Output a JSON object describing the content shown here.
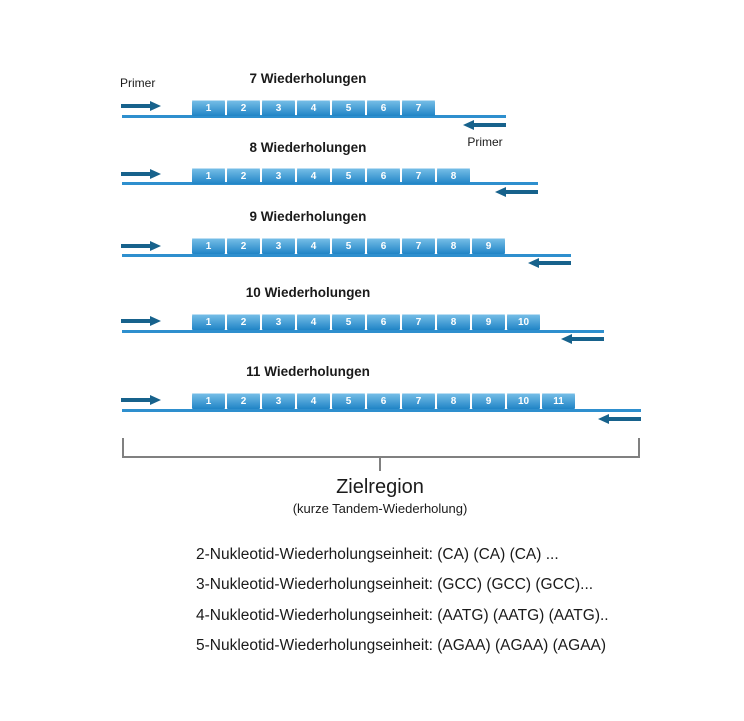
{
  "diagram": {
    "primer_left_label": "Primer",
    "primer_right_label": "Primer",
    "rows": [
      {
        "title": "7 Wiederholungen",
        "repeats": 7
      },
      {
        "title": "8 Wiederholungen",
        "repeats": 8
      },
      {
        "title": "9 Wiederholungen",
        "repeats": 9
      },
      {
        "title": "10 Wiederholungen",
        "repeats": 10
      },
      {
        "title": "11 Wiederholungen",
        "repeats": 11
      }
    ],
    "bracket": {
      "label": "Zielregion",
      "sublabel": "(kurze Tandem-Wiederholung)"
    },
    "repeat_units": [
      "2-Nukleotid-Wiederholungseinheit: (CA) (CA) (CA) ...",
      "3-Nukleotid-Wiederholungseinheit: (GCC) (GCC) (GCC)...",
      "4-Nukleotid-Wiederholungseinheit: (AATG) (AATG) (AATG)..",
      "5-Nukleotid-Wiederholungseinheit: (AGAA) (AGAA) (AGAA)"
    ],
    "colors": {
      "repeat_box_top": "#79c0e8",
      "repeat_box_bottom": "#2084c6",
      "strand_line": "#2e8fce",
      "primer_arrow": "#17628c",
      "bracket": "#808080",
      "text": "#1a1a1a"
    }
  }
}
